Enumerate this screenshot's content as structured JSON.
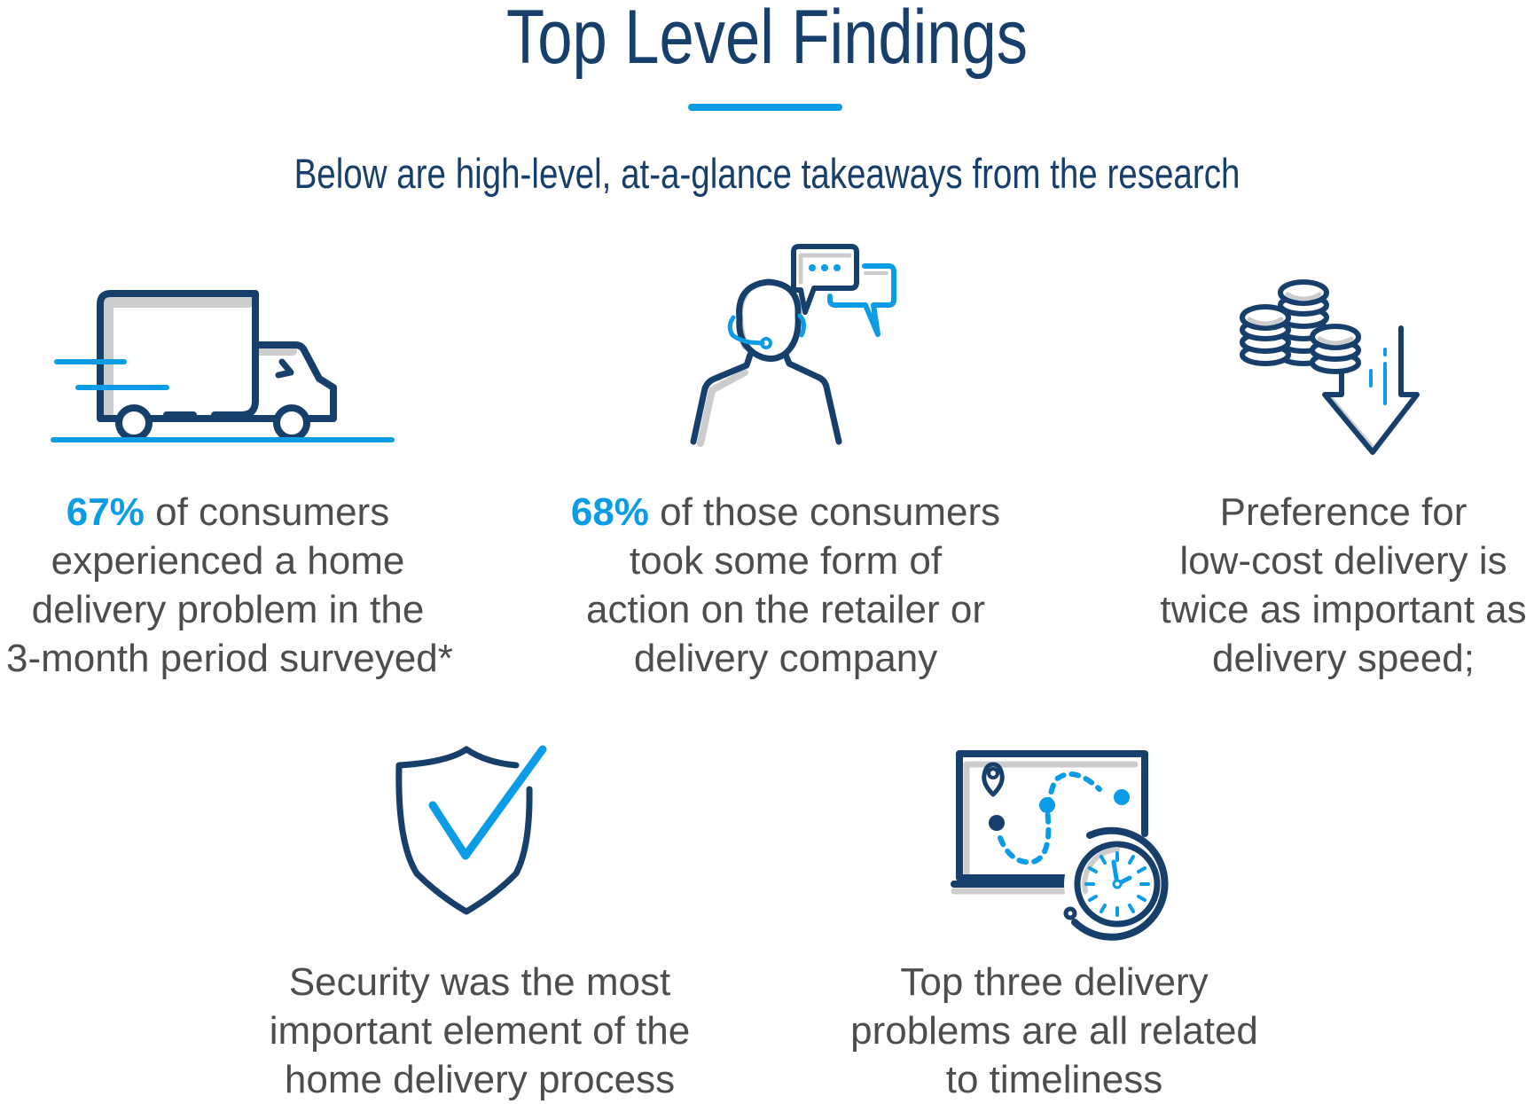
{
  "header": {
    "title": "Top Level Findings",
    "subtitle": "Below are high-level, at-a-glance takeaways from the research"
  },
  "colors": {
    "navy": "#173f6b",
    "accent_blue": "#0b9ce8",
    "shadow_gray": "#cccccc",
    "body_text": "#4d4d4d"
  },
  "findings": [
    {
      "icon": "delivery-truck-icon",
      "stat": "67%",
      "lines": [
        "of consumers",
        "experienced a home",
        "delivery problem in the",
        "3-month period surveyed*"
      ]
    },
    {
      "icon": "customer-service-headset-icon",
      "stat": "68%",
      "lines": [
        "of those consumers",
        "took some form of",
        "action on the retailer or",
        "delivery company"
      ]
    },
    {
      "icon": "coins-down-arrow-icon",
      "stat": "",
      "lines": [
        "Preference for",
        "low-cost delivery is",
        "twice as important as",
        "delivery speed;"
      ]
    },
    {
      "icon": "shield-check-icon",
      "stat": "",
      "lines": [
        "Security was the most",
        "important element of the",
        "home delivery process"
      ]
    },
    {
      "icon": "map-route-clock-icon",
      "stat": "",
      "lines": [
        "Top three delivery",
        "problems are all related",
        "to timeliness"
      ]
    }
  ]
}
